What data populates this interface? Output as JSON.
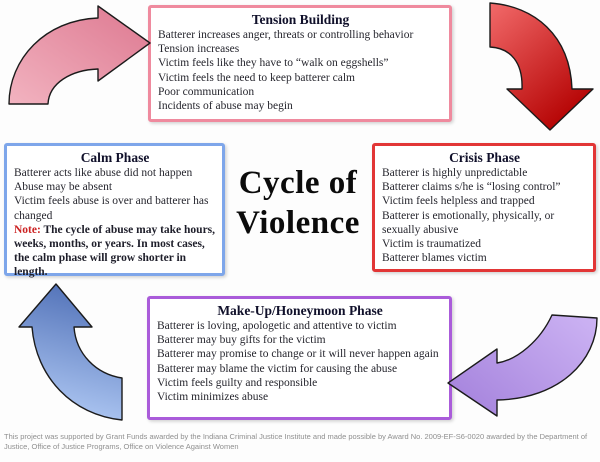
{
  "center_title": {
    "line1": "Cycle of",
    "line2": "Violence"
  },
  "phases": {
    "tension": {
      "title": "Tension Building",
      "border_color": "#ef8a9e",
      "items": [
        "Batterer increases anger, threats or controlling behavior",
        "Tension increases",
        "Victim feels like they have to “walk on eggshells”",
        "Victim feels the need to keep batterer calm",
        "Poor communication",
        "Incidents of abuse may begin"
      ]
    },
    "crisis": {
      "title": "Crisis Phase",
      "border_color": "#e23636",
      "items": [
        "Batterer is highly unpredictable",
        "Batterer claims s/he is “losing control”",
        "Victim feels helpless and trapped",
        "Batterer is emotionally, physically, or sexually abusive",
        "Victim is traumatized",
        "Batterer blames victim"
      ]
    },
    "calm": {
      "title": "Calm Phase",
      "border_color": "#7ea6ea",
      "items": [
        "Batterer acts like abuse did not happen",
        "Abuse may be absent",
        "Victim feels abuse is over and batterer has changed"
      ],
      "note_label": "Note:",
      "note_color": "#cc2222",
      "note_text": " The cycle of abuse may take hours, weeks, months, or years.  In most cases, the calm phase will grow shorter in length."
    },
    "makeup": {
      "title": "Make-Up/Honeymoon Phase",
      "border_color": "#aa5cda",
      "items": [
        "Batterer is loving, apologetic and attentive to victim",
        "Batterer may buy gifts for the victim",
        "Batterer may promise to change or it will never happen again",
        "Batterer may blame the victim for causing the abuse",
        "Victim feels guilty and responsible",
        "Victim minimizes abuse"
      ]
    }
  },
  "arrows": {
    "calm_to_tension": {
      "label": "calm-to-tension-arrow",
      "from": "#f2b3c0",
      "to": "#dd7890"
    },
    "tension_to_crisis": {
      "label": "tension-to-crisis-arrow",
      "from": "#f26a6a",
      "to": "#b30000"
    },
    "crisis_to_makeup": {
      "label": "crisis-to-makeup-arrow",
      "from": "#cdb4f4",
      "to": "#a684dd"
    },
    "makeup_to_calm": {
      "label": "makeup-to-calm-arrow",
      "from": "#b3ccf6",
      "to": "#5272b8"
    }
  },
  "footer": "This project was supported by Grant Funds awarded by the Indiana Criminal Justice Institute and made possible by Award No. 2009-EF-S6-0020 awarded by the Department of Justice, Office of Justice Programs, Office on Violence Against Women"
}
